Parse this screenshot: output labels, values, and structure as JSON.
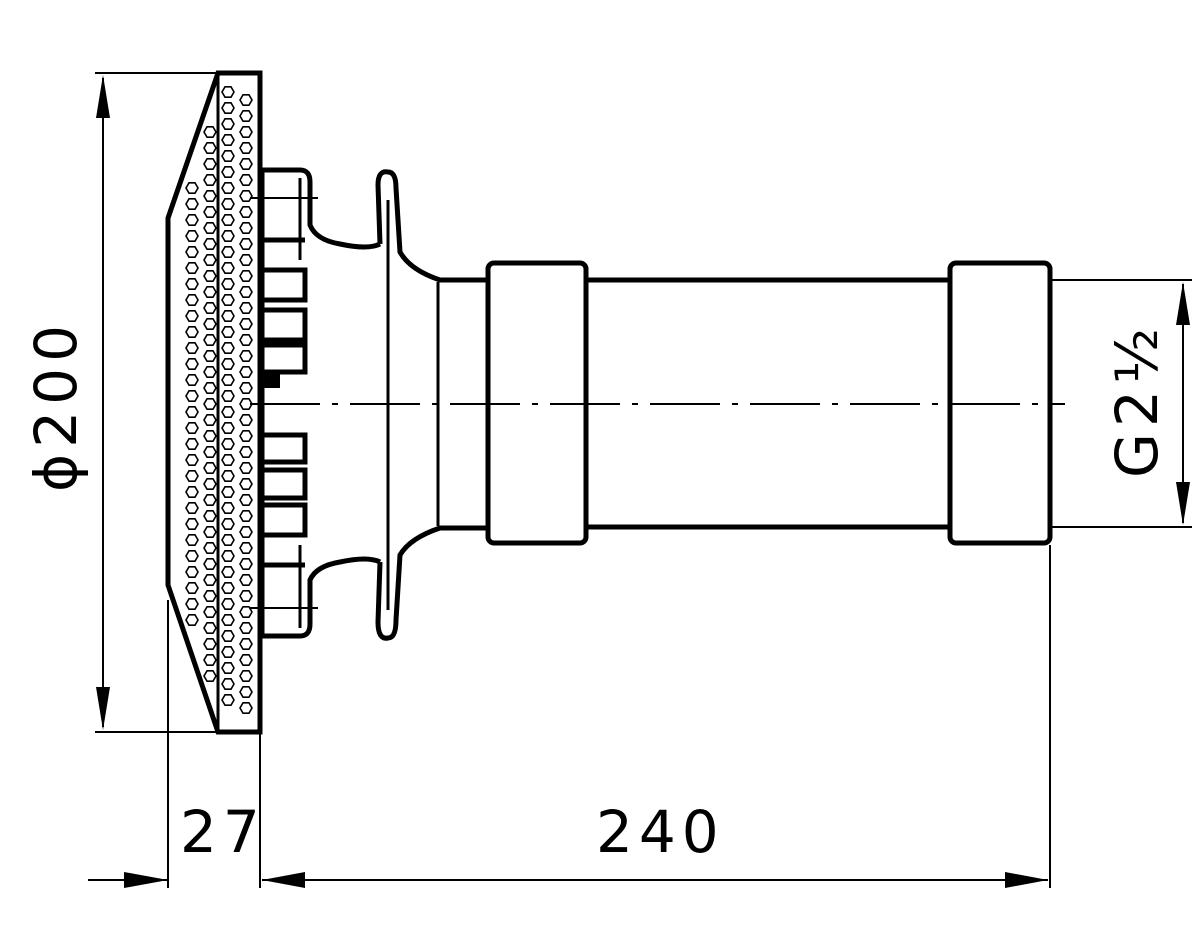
{
  "drawing": {
    "dimensions": {
      "diameter": "ϕ200",
      "face_depth": "27",
      "body_length": "240",
      "thread": "G2½"
    }
  }
}
